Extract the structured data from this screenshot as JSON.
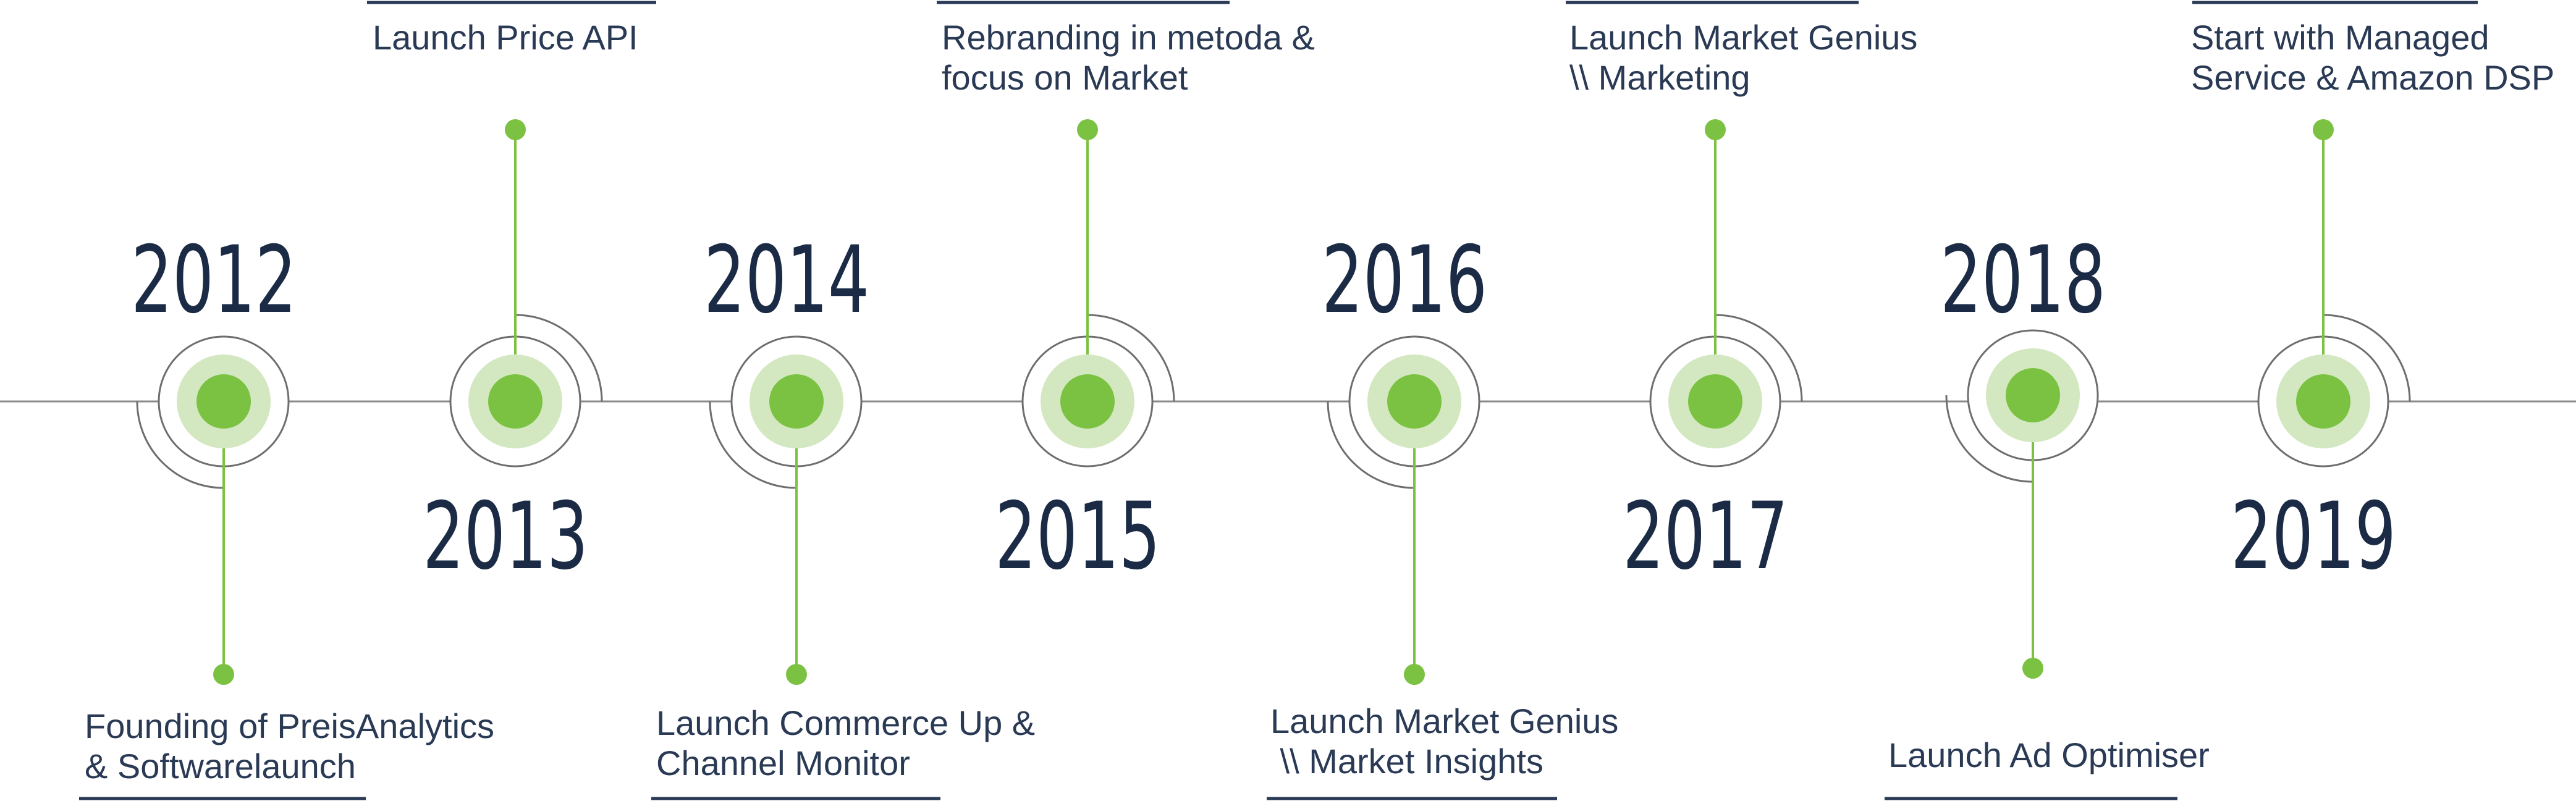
{
  "colors": {
    "axis_line": "#8a8a8a",
    "ring_outline": "#6e6e6e",
    "accent_green": "#7cc242",
    "accent_green_light": "#d3e8c1",
    "text_dark": "#1b2b45",
    "underline": "#2a3a55"
  },
  "milestones": [
    {
      "year": "2012",
      "label_lines": [
        "Founding of PreisAnalytics",
        "& Softwarelaunch"
      ]
    },
    {
      "year": "2013",
      "label_lines": [
        "Launch Price API"
      ]
    },
    {
      "year": "2014",
      "label_lines": [
        "Launch Commerce Up &",
        "Channel Monitor"
      ]
    },
    {
      "year": "2015",
      "label_lines": [
        "Rebranding in metoda &",
        "focus on Market"
      ]
    },
    {
      "year": "2016",
      "label_lines": [
        "Launch Market Genius",
        " \\\\ Market Insights"
      ]
    },
    {
      "year": "2017",
      "label_lines": [
        "Launch Market Genius",
        "\\\\ Marketing"
      ]
    },
    {
      "year": "2018",
      "label_lines": [
        "Launch Ad Optimiser"
      ]
    },
    {
      "year": "2019",
      "label_lines": [
        "Start with Managed",
        "Service & Amazon DSP"
      ]
    }
  ]
}
